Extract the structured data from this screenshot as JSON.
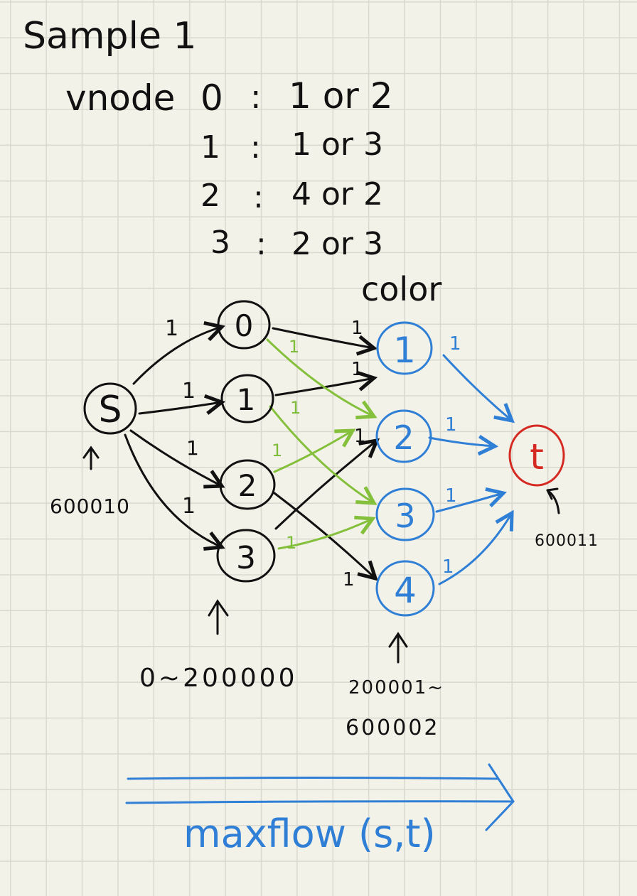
{
  "title": "Sample 1",
  "vnode_table": {
    "header": "vnode",
    "rows": [
      {
        "index": "0",
        "separator": ":",
        "options": "1 or 2"
      },
      {
        "index": "1",
        "separator": ":",
        "options": "1 or 3"
      },
      {
        "index": "2",
        "separator": ":",
        "options": "4 or 2"
      },
      {
        "index": "3",
        "separator": ":",
        "options": "2 or 3"
      }
    ]
  },
  "graph": {
    "color_label": "color",
    "source": {
      "label": "S",
      "id_note": "600010"
    },
    "sink": {
      "label": "t",
      "id_note": "600011"
    },
    "vnodes": [
      "0",
      "1",
      "2",
      "3"
    ],
    "colors": [
      "1",
      "2",
      "3",
      "4"
    ],
    "vnode_range": "0~200000",
    "color_range_line1": "200001~",
    "color_range_line2": "600002",
    "capacity": "1"
  },
  "footer": {
    "label": "maxflow (s,t)"
  },
  "palette": {
    "ink": "#111111",
    "blue": "#2f7fd6",
    "green": "#85c03d",
    "red": "#d42a22",
    "paper": "#f3f2e8"
  }
}
